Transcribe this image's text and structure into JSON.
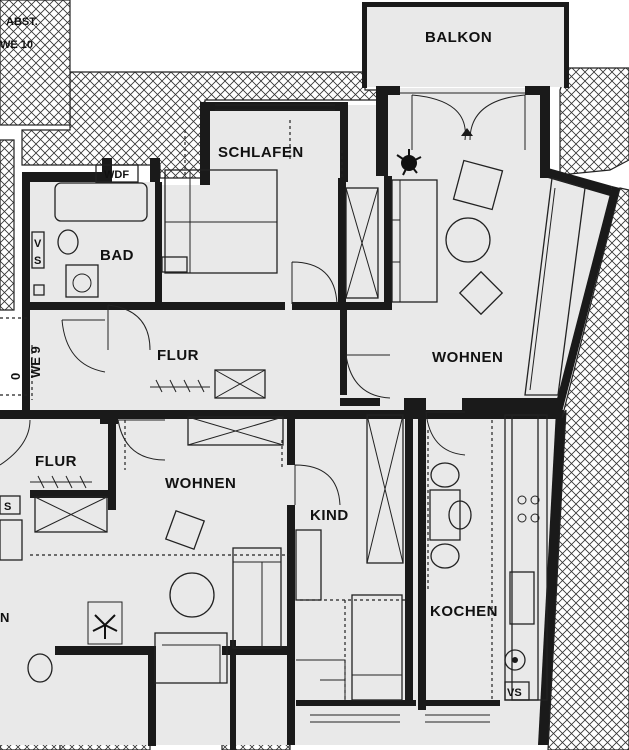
{
  "labels": {
    "abst_line1": "ABST.",
    "abst_line2": "WE 10",
    "balkon": "BALKON",
    "schlafen": "SCHLAFEN",
    "wdf": "WDF",
    "bad": "BAD",
    "vs_bad_v": "V",
    "vs_bad_s": "S",
    "flur_top": "FLUR",
    "we9": "WE 9",
    "o_mark": "0",
    "wohnen_top": "WOHNEN",
    "flur_bottom": "FLUR",
    "wohnen_bottom": "WOHNEN",
    "kind": "KIND",
    "kochen": "KOCHEN",
    "vs_kitchen": "VS",
    "s_left": "S",
    "n_left": "N"
  }
}
